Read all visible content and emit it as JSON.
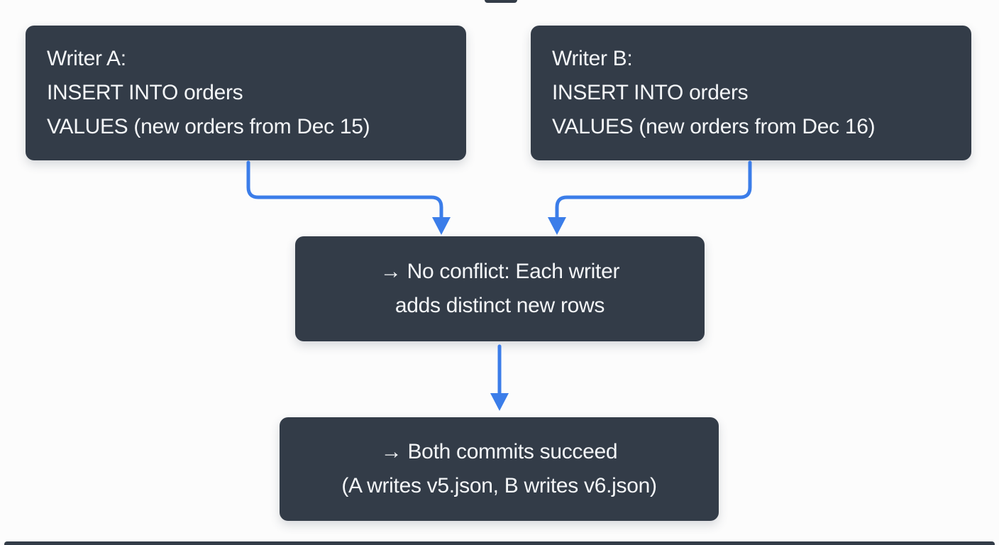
{
  "colors": {
    "background": "#fcfcfc",
    "box_fill": "#333c48",
    "box_text": "#f4f6f8",
    "arrow_blue": "#3b7de9"
  },
  "diagram": {
    "writer_a": {
      "lines": [
        "Writer A:",
        "INSERT INTO orders",
        "VALUES (new orders from Dec 15)"
      ]
    },
    "writer_b": {
      "lines": [
        "Writer B:",
        "INSERT INTO orders",
        "VALUES (new orders from Dec 16)"
      ]
    },
    "no_conflict": {
      "lines": [
        "→ No conflict: Each writer",
        "adds distinct new rows"
      ]
    },
    "result": {
      "lines": [
        "→ Both commits succeed",
        "(A writes v5.json, B writes v6.json)"
      ]
    }
  }
}
